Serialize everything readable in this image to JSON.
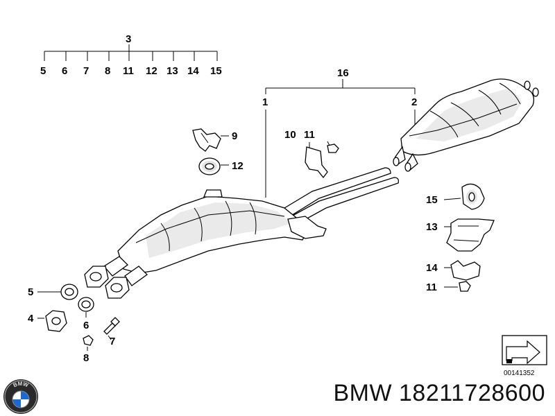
{
  "diagram": {
    "callouts": {
      "c3": "3",
      "c5a": "5",
      "c6a": "6",
      "c7a": "7",
      "c8a": "8",
      "c11a": "11",
      "c12a": "12",
      "c13a": "13",
      "c14a": "14",
      "c15a": "15",
      "c16": "16",
      "c1": "1",
      "c2": "2",
      "c9": "9",
      "c12b": "12",
      "c10": "10",
      "c11b": "11",
      "c15b": "15",
      "c13b": "13",
      "c14b": "14",
      "c11c": "11",
      "c5b": "5",
      "c4": "4",
      "c6b": "6",
      "c7b": "7",
      "c8b": "8"
    },
    "drawing_number": "00141352"
  },
  "caption": "BMW 18211728600",
  "logo": {
    "icon": "bmw-roundel-icon",
    "text": "BMW"
  }
}
